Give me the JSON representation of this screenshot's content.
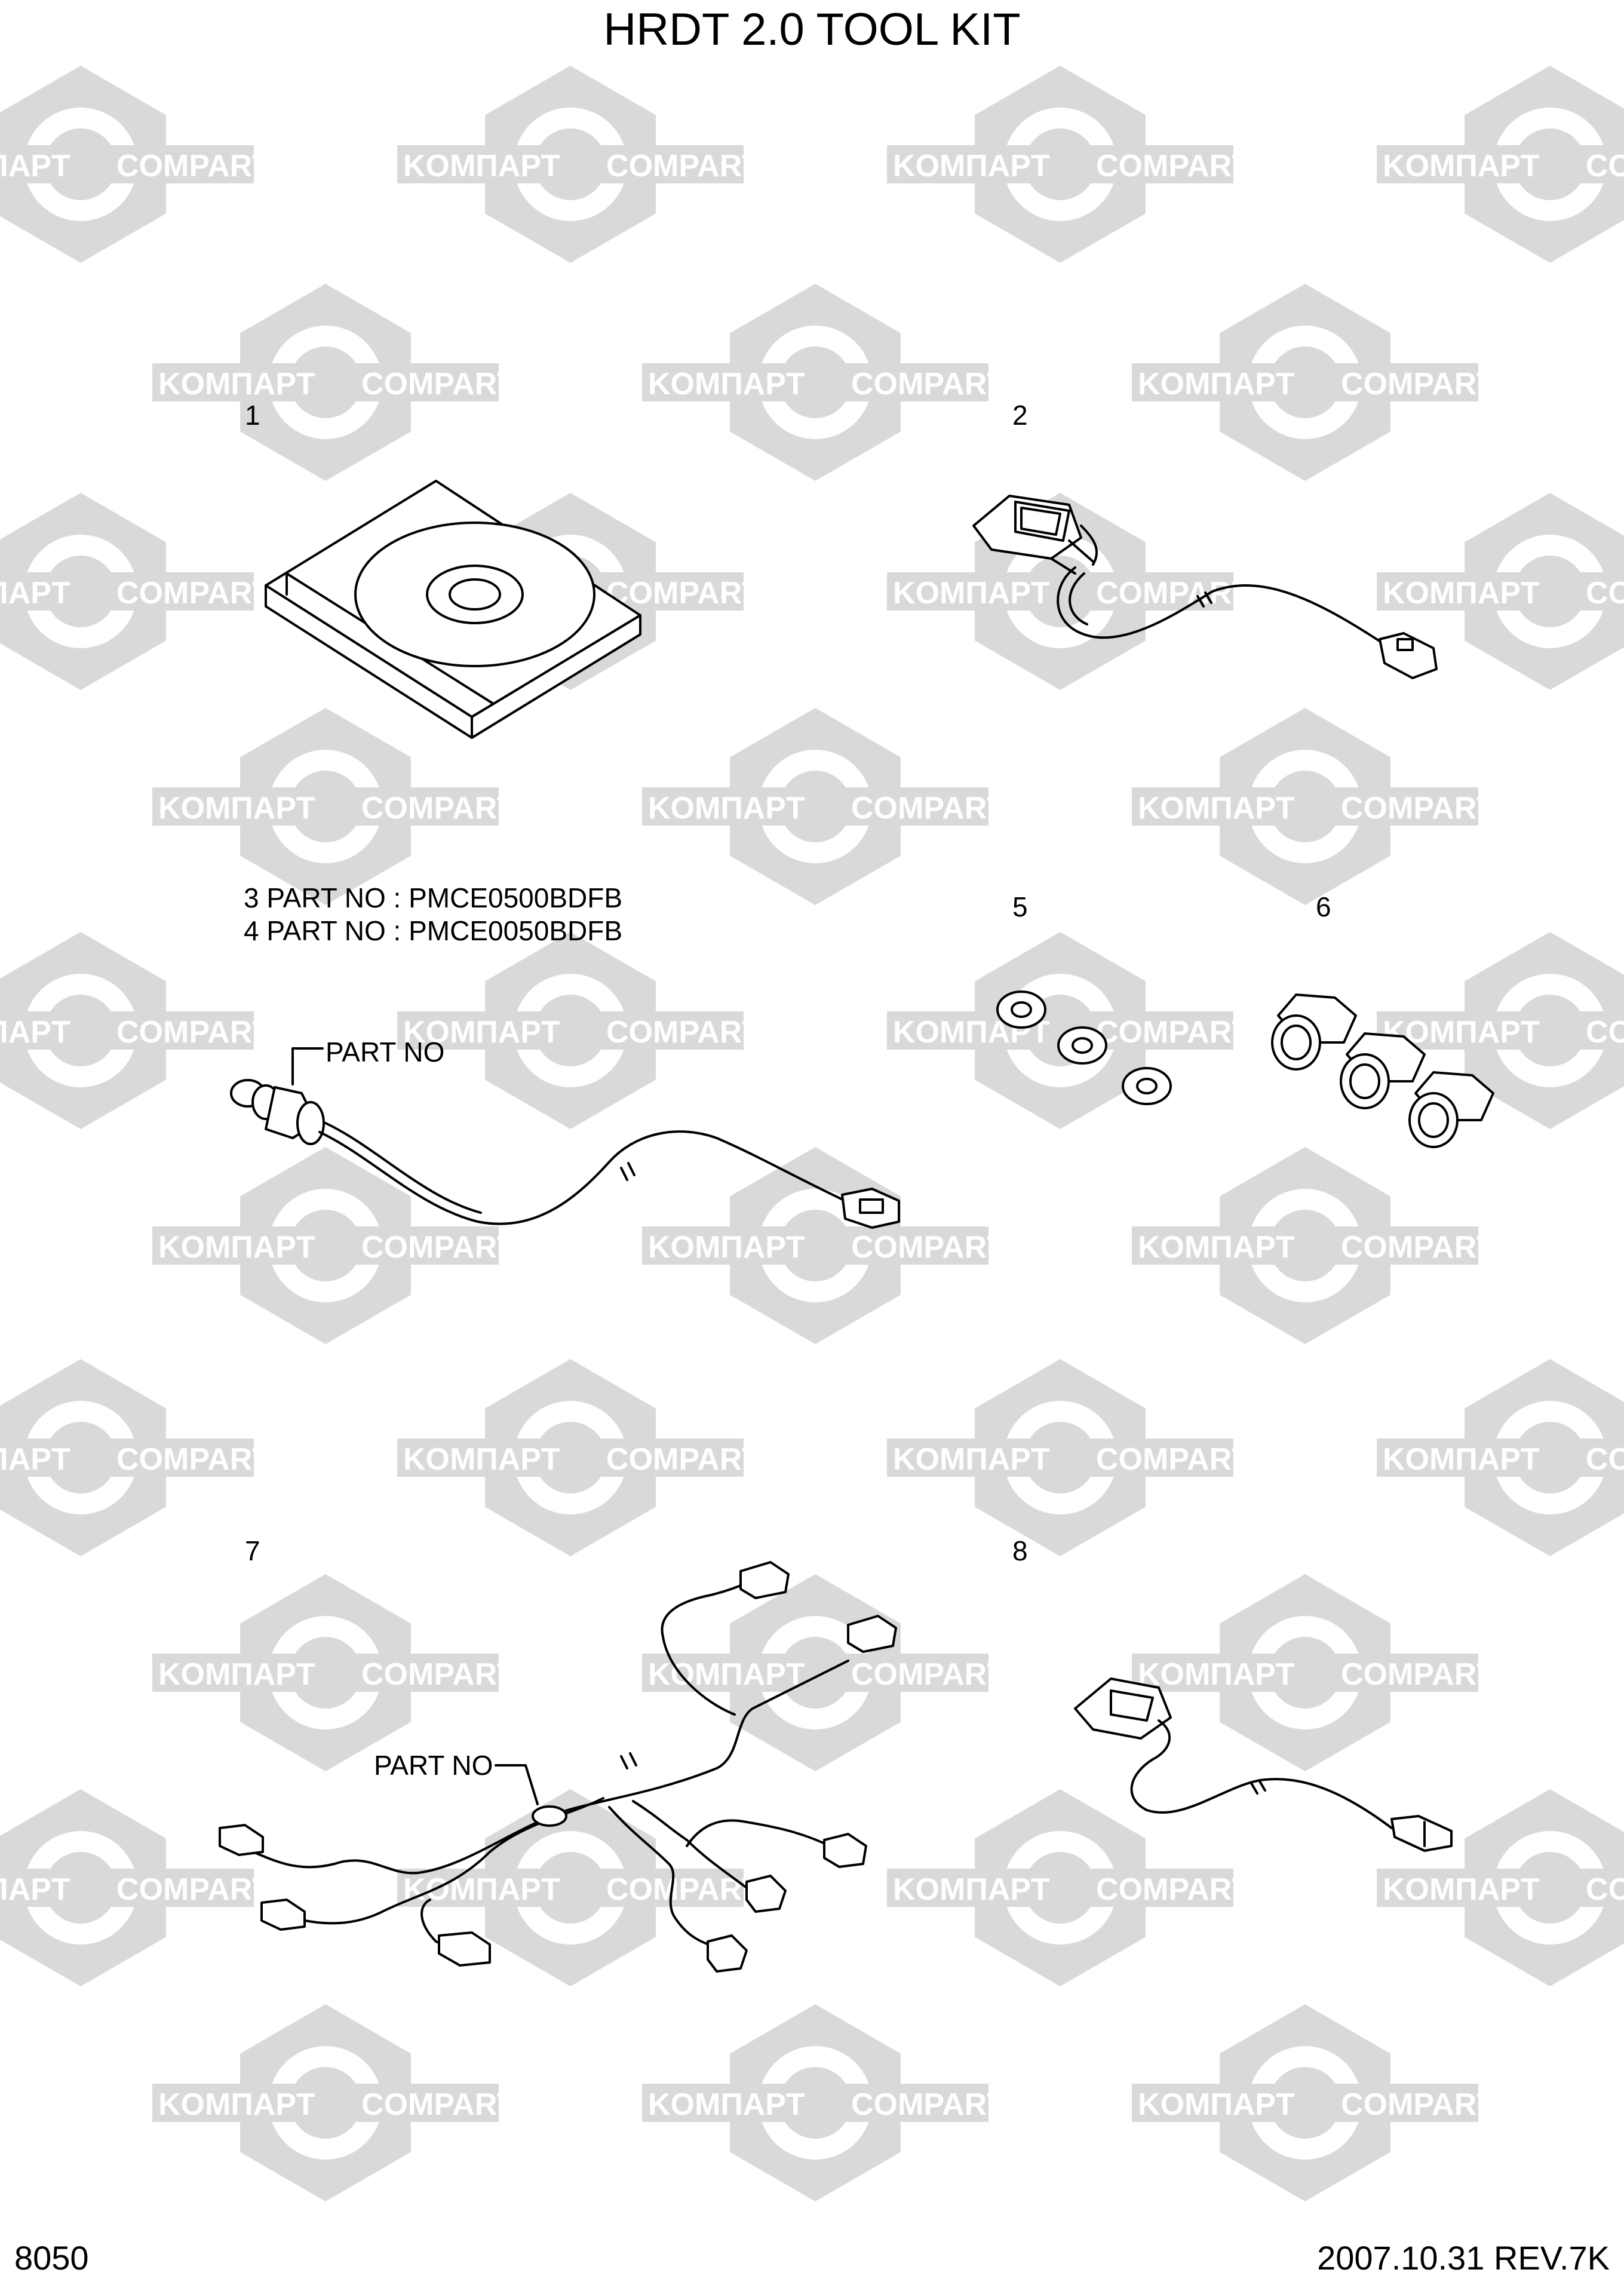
{
  "title": "HRDT 2.0 TOOL KIT",
  "watermark": {
    "latin": "COMPART",
    "cyrillic": "KOMПAPT",
    "color": "#d9d9d9"
  },
  "callouts": {
    "item1": "1",
    "item2": "2",
    "item5": "5",
    "item6": "6",
    "item7": "7",
    "item8": "8"
  },
  "notes": {
    "line3": "3  PART NO : PMCE0500BDFB",
    "line4": "4  PART NO : PMCE0050BDFB",
    "part_no_sensor": "PART NO",
    "part_no_harness": "PART NO"
  },
  "footer": {
    "page": "8050",
    "date_rev": "2007.10.31  REV.7K"
  }
}
